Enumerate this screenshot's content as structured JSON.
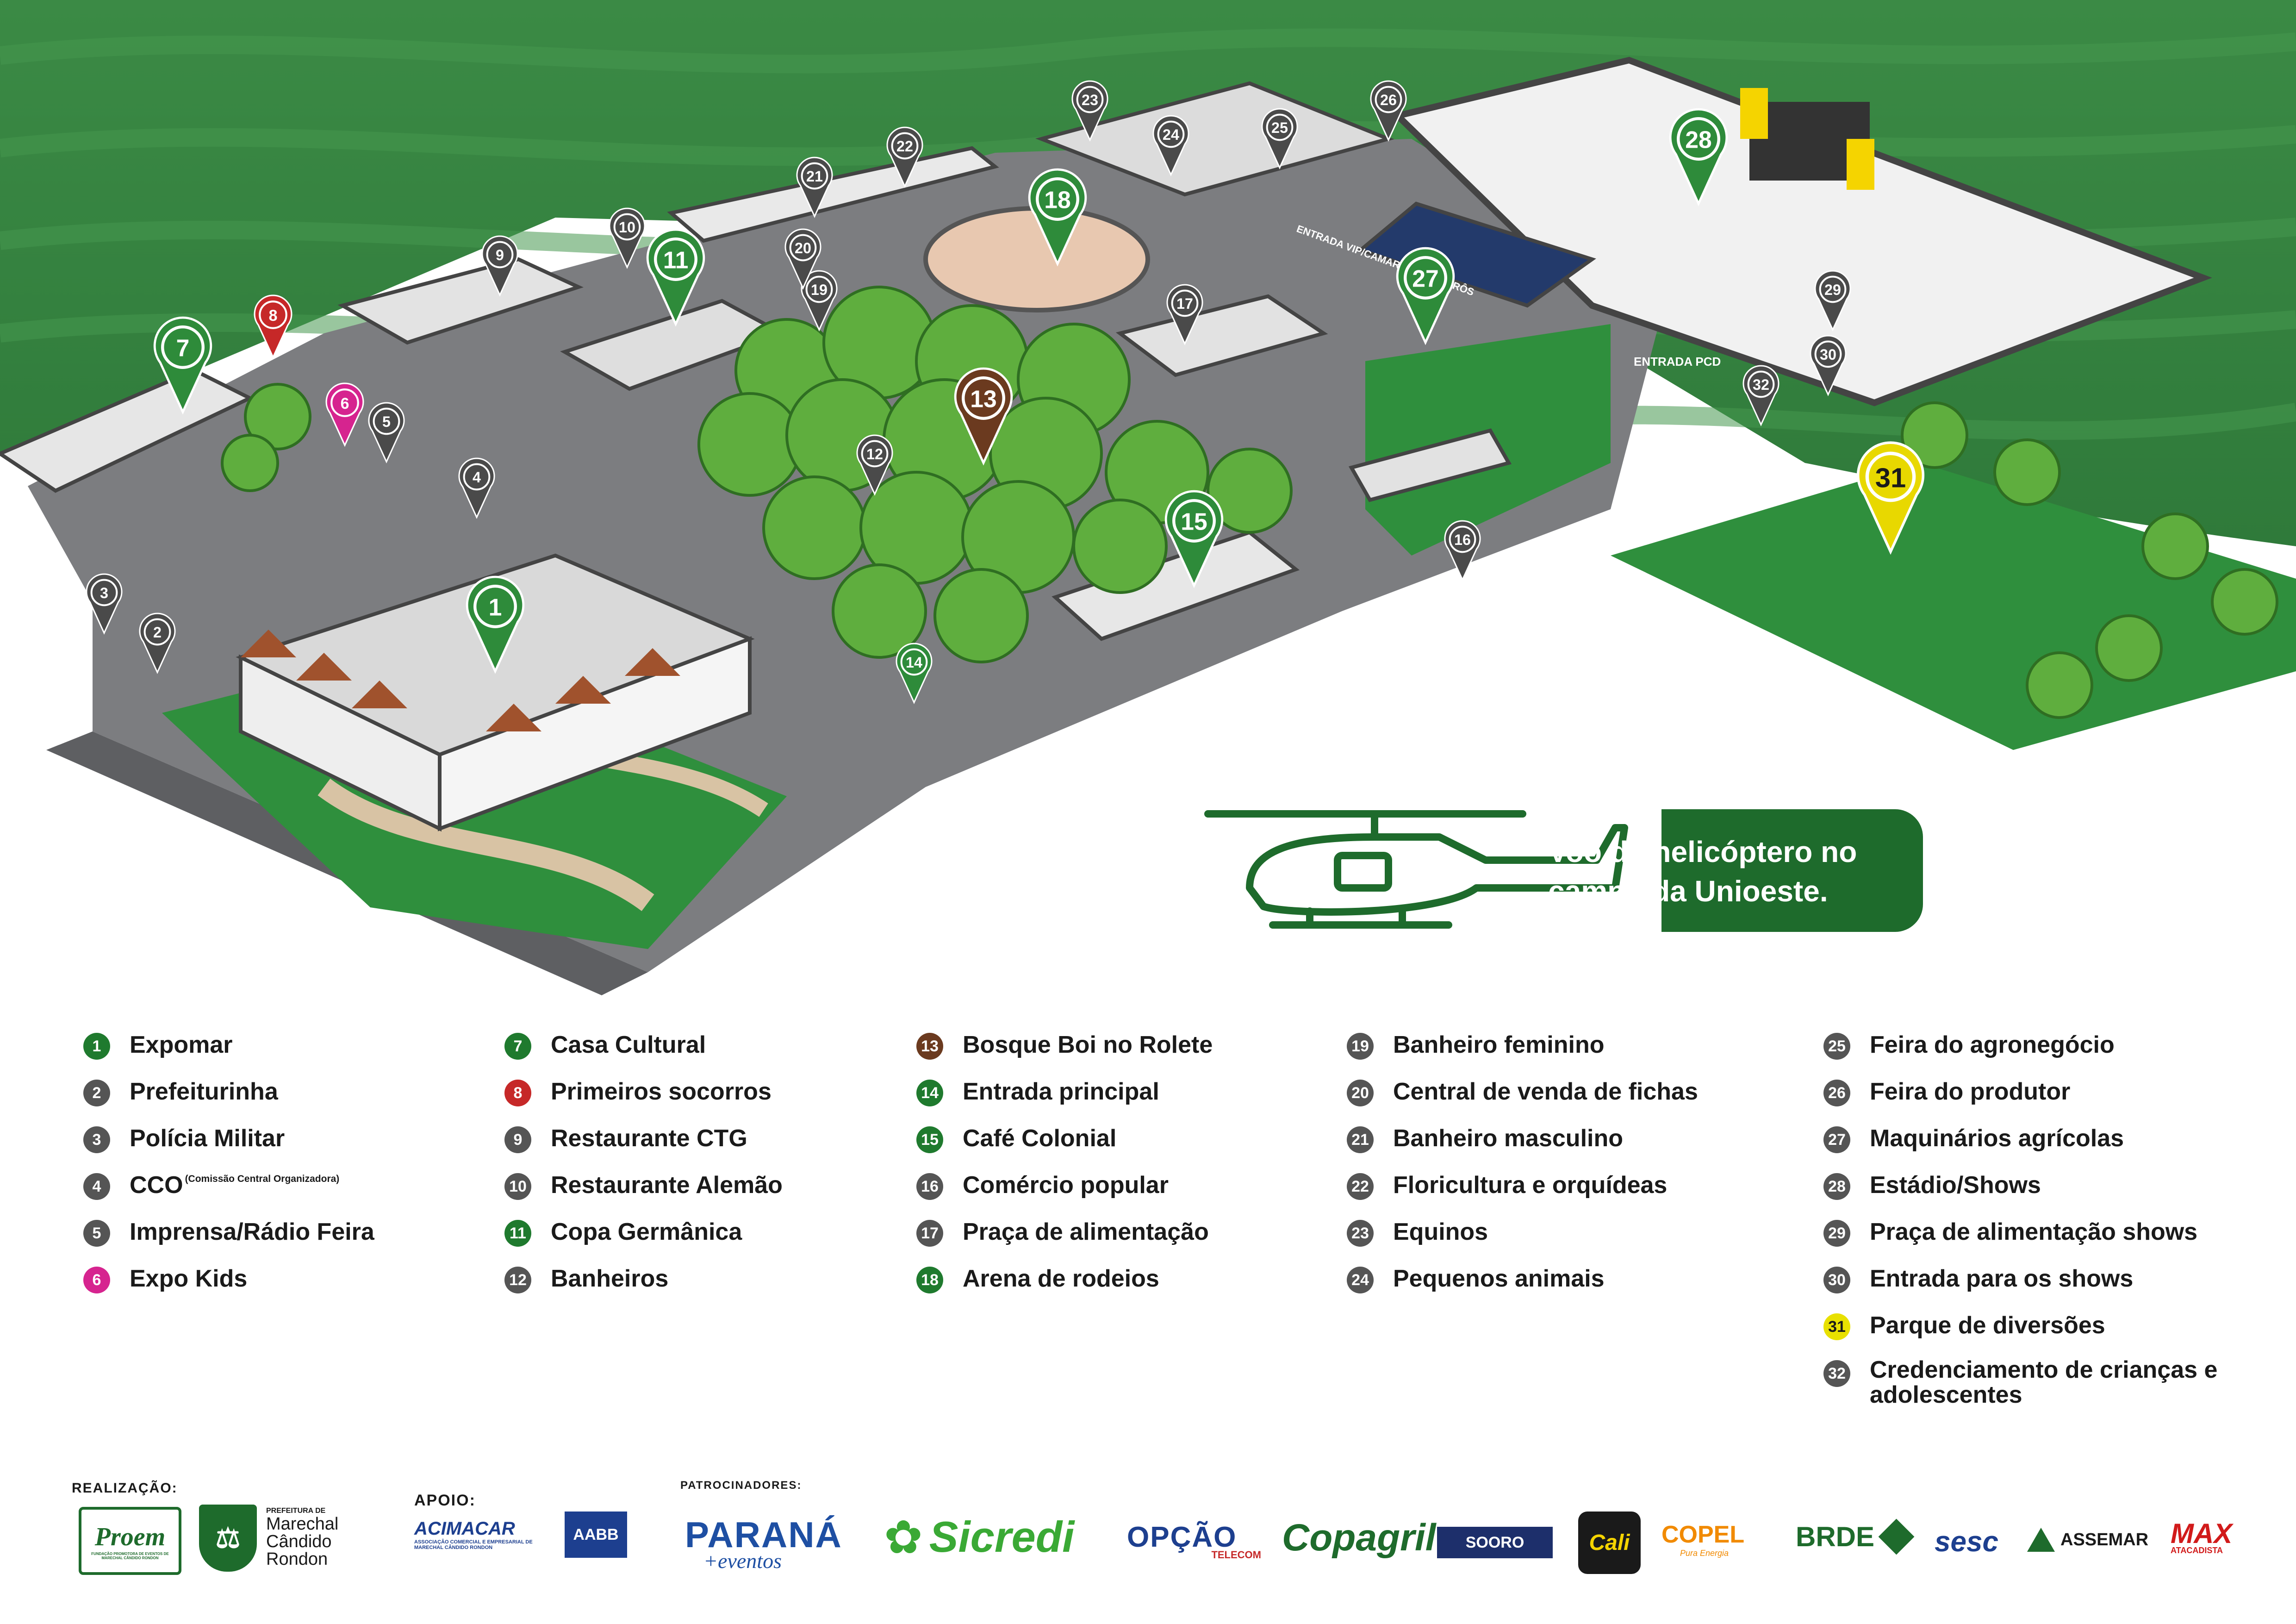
{
  "map": {
    "heli_line1": "Voo de helicóptero no",
    "heli_line2": "campo da Unioeste.",
    "entrance_vip": "ENTRADA VIP/CAMAROTE E BISTRÔS",
    "entrance_pcd": "ENTRADA PCD",
    "pins": [
      {
        "n": "1",
        "color": "#2e8b3a"
      },
      {
        "n": "2",
        "color": "#4a4a4a"
      },
      {
        "n": "3",
        "color": "#4a4a4a"
      },
      {
        "n": "4",
        "color": "#4a4a4a"
      },
      {
        "n": "5",
        "color": "#4a4a4a"
      },
      {
        "n": "6",
        "color": "#d6248f"
      },
      {
        "n": "7",
        "color": "#2e8b3a"
      },
      {
        "n": "8",
        "color": "#c62828"
      },
      {
        "n": "9",
        "color": "#4a4a4a"
      },
      {
        "n": "10",
        "color": "#4a4a4a"
      },
      {
        "n": "11",
        "color": "#2e8b3a"
      },
      {
        "n": "12",
        "color": "#4a4a4a"
      },
      {
        "n": "13",
        "color": "#6b3a1f"
      },
      {
        "n": "14",
        "color": "#2e8b3a"
      },
      {
        "n": "15",
        "color": "#2e8b3a"
      },
      {
        "n": "16",
        "color": "#4a4a4a"
      },
      {
        "n": "17",
        "color": "#4a4a4a"
      },
      {
        "n": "18",
        "color": "#2e8b3a"
      },
      {
        "n": "19",
        "color": "#4a4a4a"
      },
      {
        "n": "20",
        "color": "#4a4a4a"
      },
      {
        "n": "21",
        "color": "#4a4a4a"
      },
      {
        "n": "22",
        "color": "#4a4a4a"
      },
      {
        "n": "23",
        "color": "#4a4a4a"
      },
      {
        "n": "24",
        "color": "#4a4a4a"
      },
      {
        "n": "25",
        "color": "#4a4a4a"
      },
      {
        "n": "26",
        "color": "#4a4a4a"
      },
      {
        "n": "27",
        "color": "#2e8b3a"
      },
      {
        "n": "28",
        "color": "#2e8b3a"
      },
      {
        "n": "29",
        "color": "#4a4a4a"
      },
      {
        "n": "30",
        "color": "#4a4a4a"
      },
      {
        "n": "31",
        "color": "#e8d800"
      },
      {
        "n": "32",
        "color": "#4a4a4a"
      }
    ]
  },
  "legend": [
    [
      {
        "n": "1",
        "label": "Expomar",
        "color": "#1f7a2e"
      },
      {
        "n": "2",
        "label": "Prefeiturinha",
        "color": "#555555"
      },
      {
        "n": "3",
        "label": "Polícia Militar",
        "color": "#555555"
      },
      {
        "n": "4",
        "label": "CCO",
        "small": "(Comissão Central Organizadora)",
        "color": "#555555"
      },
      {
        "n": "5",
        "label": "Imprensa/Rádio Feira",
        "color": "#555555"
      },
      {
        "n": "6",
        "label": "Expo Kids",
        "color": "#d6248f"
      }
    ],
    [
      {
        "n": "7",
        "label": "Casa Cultural",
        "color": "#1f7a2e"
      },
      {
        "n": "8",
        "label": "Primeiros socorros",
        "color": "#c62828"
      },
      {
        "n": "9",
        "label": "Restaurante CTG",
        "color": "#555555"
      },
      {
        "n": "10",
        "label": "Restaurante Alemão",
        "color": "#555555"
      },
      {
        "n": "11",
        "label": "Copa Germânica",
        "color": "#1f7a2e"
      },
      {
        "n": "12",
        "label": "Banheiros",
        "color": "#555555"
      }
    ],
    [
      {
        "n": "13",
        "label": "Bosque Boi no Rolete",
        "color": "#6b3a1f"
      },
      {
        "n": "14",
        "label": "Entrada principal",
        "color": "#1f7a2e"
      },
      {
        "n": "15",
        "label": "Café Colonial",
        "color": "#1f7a2e"
      },
      {
        "n": "16",
        "label": "Comércio popular",
        "color": "#555555"
      },
      {
        "n": "17",
        "label": "Praça de alimentação",
        "color": "#555555"
      },
      {
        "n": "18",
        "label": "Arena de rodeios",
        "color": "#1f7a2e"
      }
    ],
    [
      {
        "n": "19",
        "label": "Banheiro feminino",
        "color": "#555555"
      },
      {
        "n": "20",
        "label": "Central de venda de fichas",
        "color": "#555555"
      },
      {
        "n": "21",
        "label": "Banheiro masculino",
        "color": "#555555"
      },
      {
        "n": "22",
        "label": "Floricultura e orquídeas",
        "color": "#555555"
      },
      {
        "n": "23",
        "label": "Equinos",
        "color": "#555555"
      },
      {
        "n": "24",
        "label": "Pequenos animais",
        "color": "#555555"
      }
    ],
    [
      {
        "n": "25",
        "label": "Feira do agronegócio",
        "color": "#555555"
      },
      {
        "n": "26",
        "label": "Feira do produtor",
        "color": "#555555"
      },
      {
        "n": "27",
        "label": "Maquinários agrícolas",
        "color": "#555555"
      },
      {
        "n": "28",
        "label": "Estádio/Shows",
        "color": "#555555"
      },
      {
        "n": "29",
        "label": "Praça de alimentação shows",
        "color": "#555555"
      },
      {
        "n": "30",
        "label": "Entrada para os shows",
        "color": "#555555"
      },
      {
        "n": "31",
        "label": "Parque de diversões",
        "color": "#e8e000",
        "text_color": "#1a1a1a"
      },
      {
        "n": "32",
        "label": "Credenciamento de crianças e adolescentes",
        "color": "#555555",
        "tall": true
      }
    ]
  ],
  "footer": {
    "realizacao_label": "REALIZAÇÃO:",
    "apoio_label": "APOIO:",
    "patrocinadores_label": "PATROCINADORES:",
    "proem": "Proem",
    "proem_sub": "FUNDAÇÃO PROMOTORA DE EVENTOS DE MARECHAL CÂNDIDO RONDON",
    "prefeitura_small": "PREFEITURA DE",
    "prefeitura_name": "Marechal Cândido Rondon",
    "acimacar": "ACIMACAR",
    "acimacar_sub": "ASSOCIAÇÃO COMERCIAL E EMPRESARIAL DE MARECHAL CÂNDIDO RONDON",
    "aabb": "AABB",
    "sponsors": {
      "parana": "PARANÁ",
      "parana_sub": "+eventos",
      "sicredi": "Sicredi",
      "opcao": "OPÇÃO",
      "opcao_sub": "TELECOM",
      "copagril": "Copagril",
      "sooro": "SOORO",
      "cali": "Cali",
      "copel": "COPEL",
      "copel_sub": "Pura Energia",
      "brde": "BRDE",
      "sesc": "sesc",
      "assemar": "ASSEMAR",
      "max": "MAX",
      "max_sub": "ATACADISTA"
    }
  }
}
